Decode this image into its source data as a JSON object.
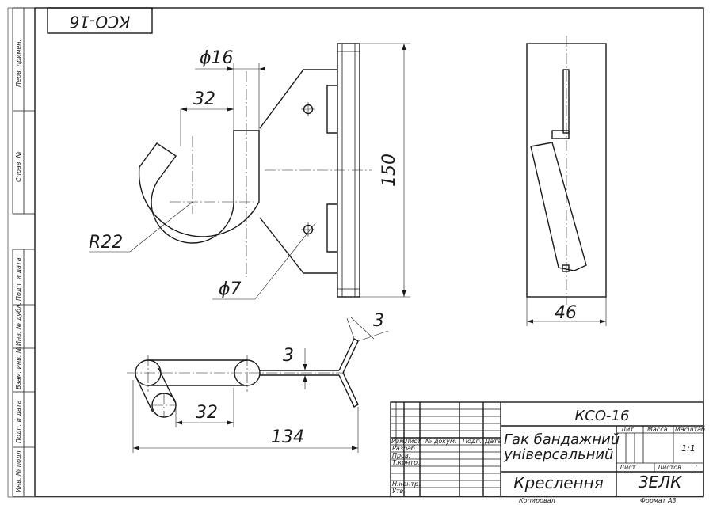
{
  "corner_stamp": "КСО-16",
  "dimensions": {
    "d16": "ϕ16",
    "d32_top": "32",
    "r22": "R22",
    "d7": "ϕ7",
    "d150": "150",
    "d46": "46",
    "d3_a": "3",
    "d3_b": "3",
    "d32_bottom": "32",
    "d134": "134"
  },
  "side_strip": {
    "perv_primen": "Перв. примен.",
    "sprav_no": "Справ. №",
    "podp_data_1": "Подп. и дата",
    "inv_dubl": "Инв. № дубл.",
    "vzam_inv": "Взам. инв. №",
    "podp_data_2": "Подп. и дата",
    "inv_podl": "Инв. № подл."
  },
  "title_block": {
    "designation": "КСО-16",
    "name_line1": "Гак бандажниŭ",
    "name_line2": "універсальниŭ",
    "doc_type": "Креслення",
    "org": "ЗЕЛК",
    "col_lit": "Лит.",
    "col_massa": "Масса",
    "col_masshtab": "Масштаб",
    "scale_value": "1:1",
    "sheet_label": "Лист",
    "sheets_label": "Листов",
    "sheets_value": "1",
    "h_izm": "Изм.",
    "h_list": "Лист",
    "h_doc": "№ докум.",
    "h_podp": "Подп.",
    "h_data": "Дата",
    "r_razrab": "Разраб.",
    "r_prov": "Пров.",
    "r_tkontr": "Т.контр.",
    "r_nkontr": "Н.контр.",
    "r_utv": "Утв.",
    "copied": "Копировал",
    "format": "Формат   А3"
  }
}
